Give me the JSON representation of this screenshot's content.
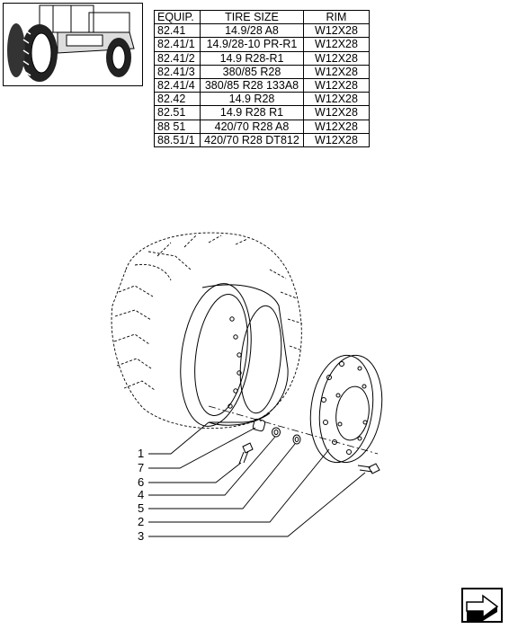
{
  "table": {
    "headers": [
      "EQUIP.",
      "TIRE SIZE",
      "RIM"
    ],
    "rows": [
      [
        "82.41",
        "14.9/28 A8",
        "W12X28"
      ],
      [
        "82.41/1",
        "14.9/28-10 PR-R1",
        "W12X28"
      ],
      [
        "82.41/2",
        "14.9 R28-R1",
        "W12X28"
      ],
      [
        "82.41/3",
        "380/85 R28",
        "W12X28"
      ],
      [
        "82.41/4",
        "380/85 R28 133A8",
        "W12X28"
      ],
      [
        "82.42",
        "14.9 R28",
        "W12X28"
      ],
      [
        "82.51",
        "14.9 R28 R1",
        "W12X28"
      ],
      [
        "88 51",
        "420/70 R28 A8",
        "W12X28"
      ],
      [
        "88.51/1",
        "420/70 R28 DT812",
        "W12X28"
      ]
    ]
  },
  "callouts": [
    "1",
    "7",
    "6",
    "4",
    "5",
    "2",
    "3"
  ],
  "icons": {
    "thumbnail": "tractor-thumbnail-icon",
    "navigation": "next-page-arrow-icon"
  }
}
